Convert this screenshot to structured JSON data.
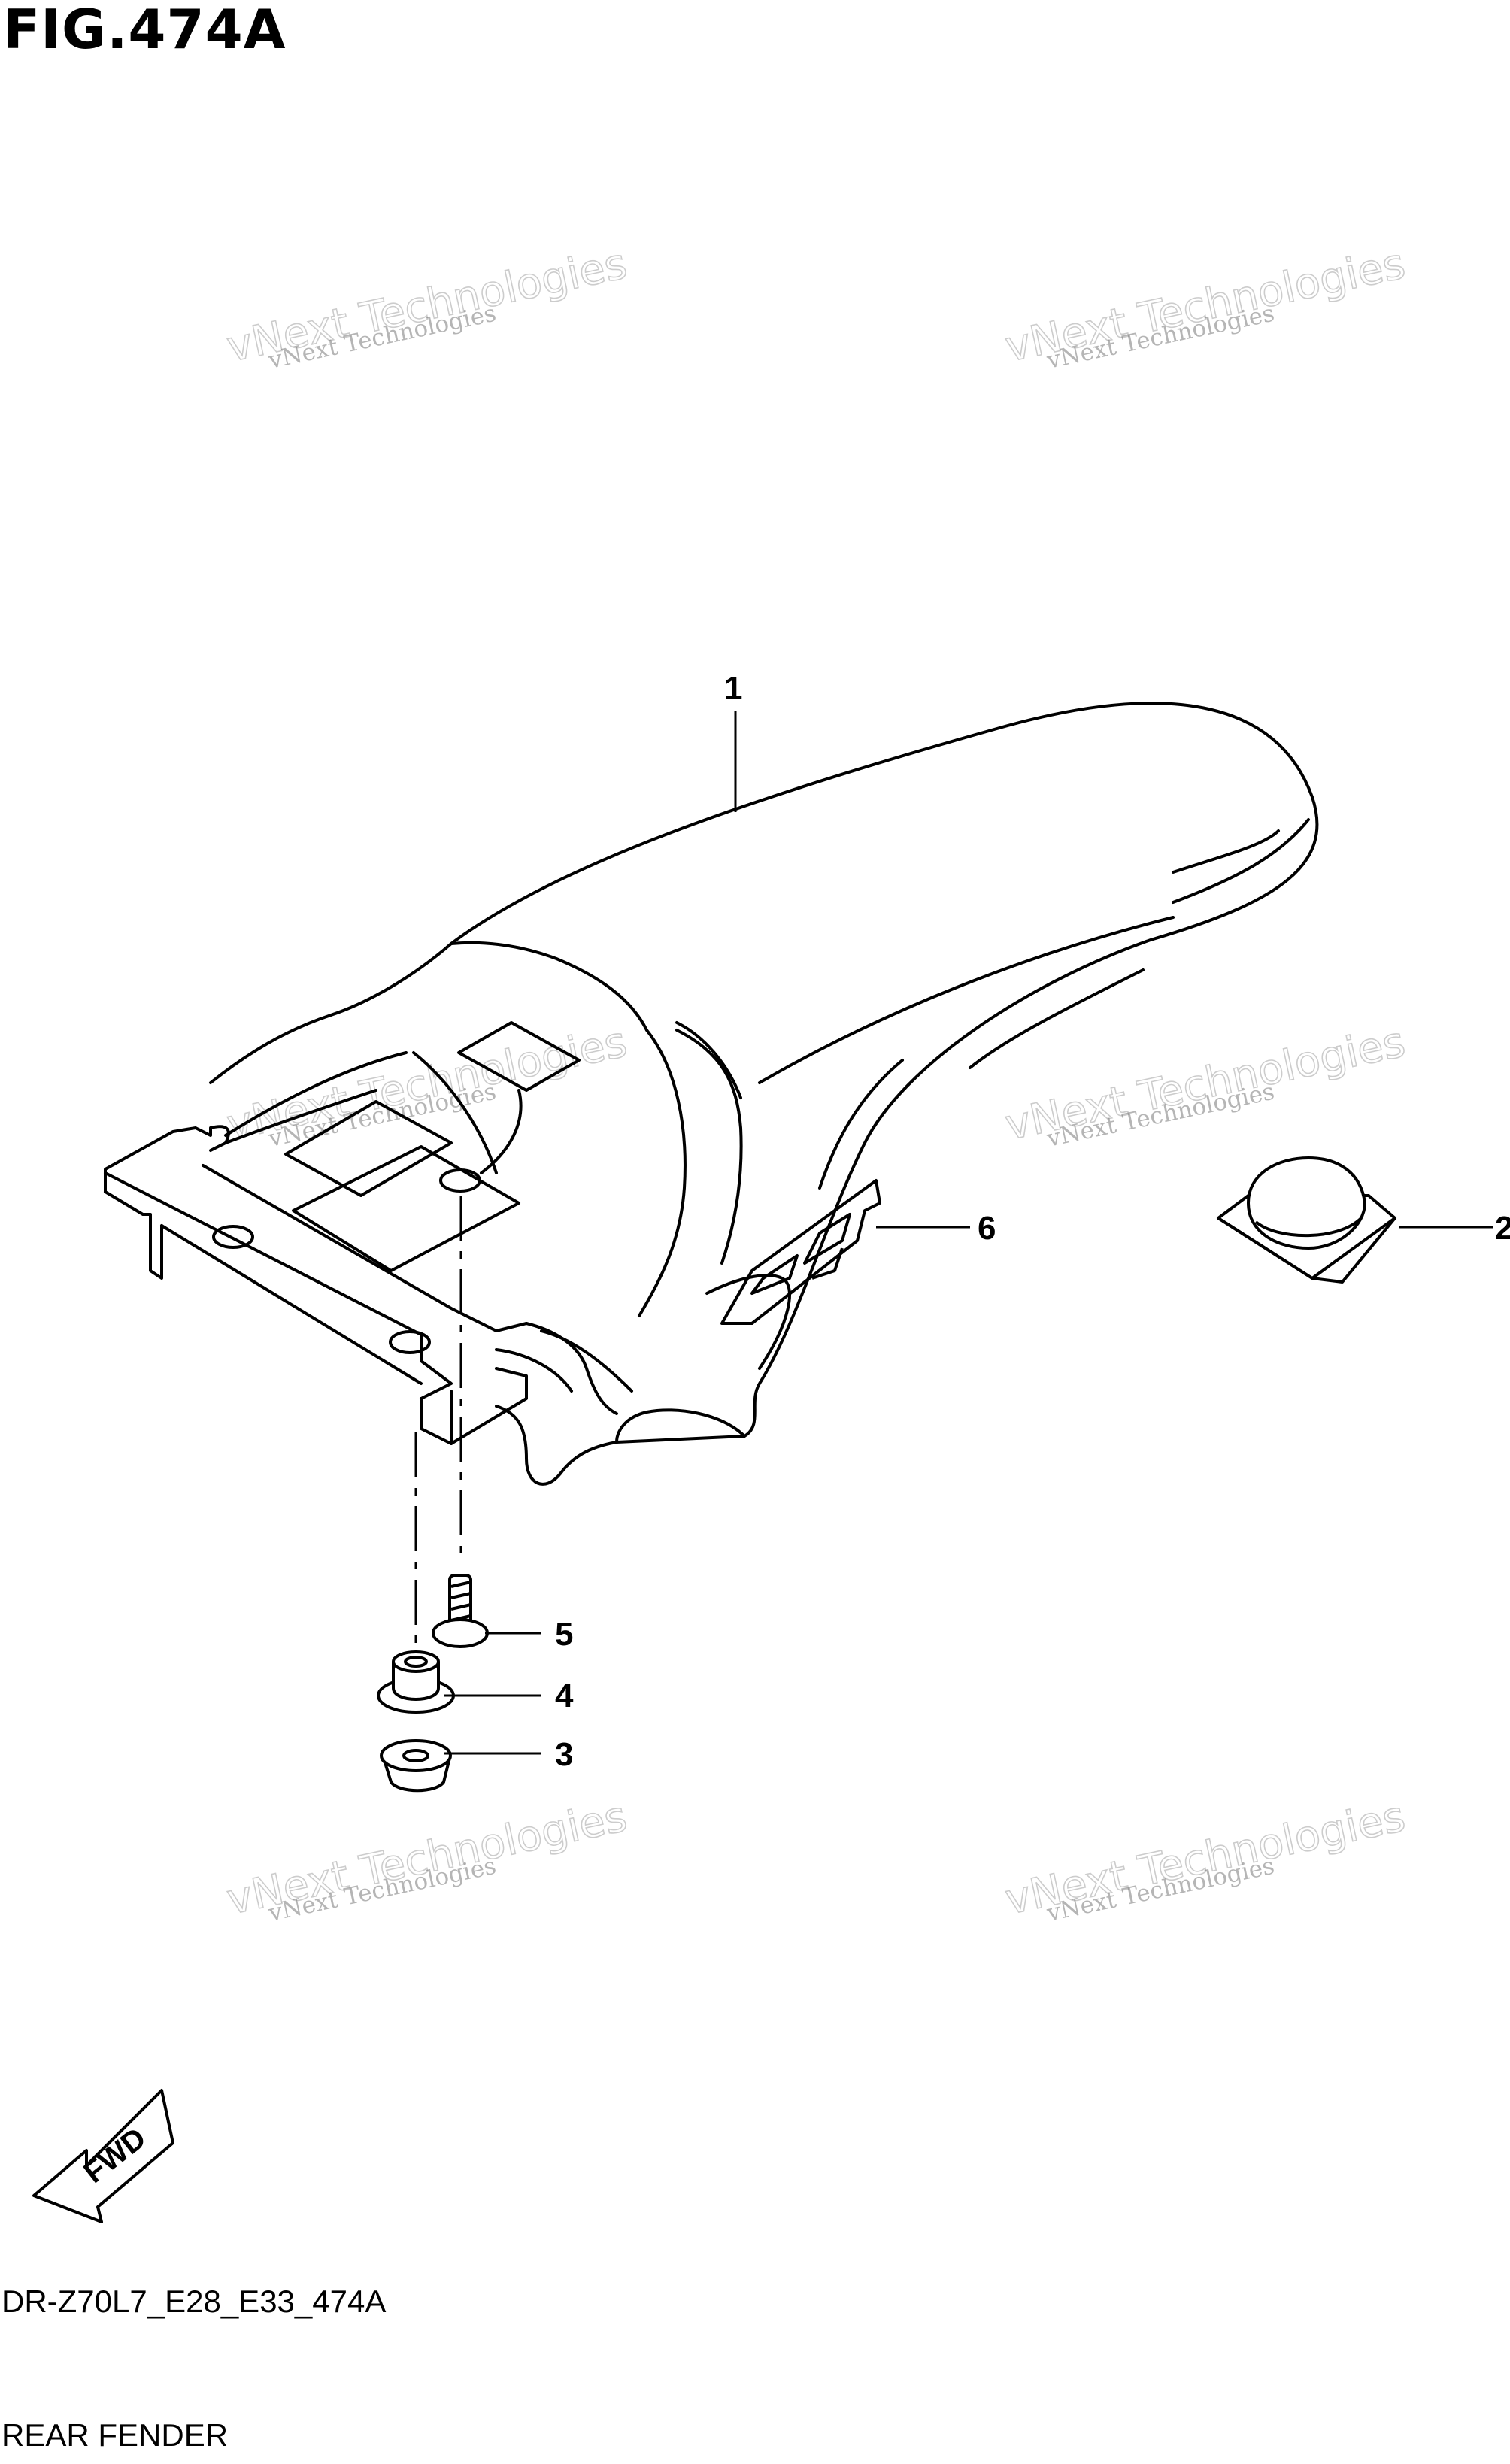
{
  "figure": {
    "title": "FIG.474A"
  },
  "footer": {
    "code": "DR-Z70L7_E28_E33_474A",
    "name": "REAR FENDER"
  },
  "callouts": [
    "1",
    "2",
    "3",
    "4",
    "5",
    "6"
  ],
  "watermark": {
    "line_small": "vNext Technologies",
    "line_big": "vNext Technologies"
  },
  "fwd_label": "FWD",
  "parts": [
    {
      "ref": "1",
      "icon": "rear-fender-icon"
    },
    {
      "ref": "2",
      "icon": "rubber-cushion-icon"
    },
    {
      "ref": "3",
      "icon": "nut-icon"
    },
    {
      "ref": "4",
      "icon": "collar-icon"
    },
    {
      "ref": "5",
      "icon": "bolt-icon"
    },
    {
      "ref": "6",
      "icon": "emblem-icon"
    }
  ]
}
